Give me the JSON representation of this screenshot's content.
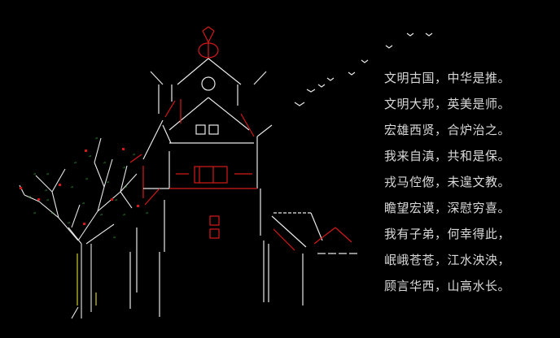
{
  "poem": {
    "lines": [
      "文明古国，中华是推。",
      "文明大邦，英美是师。",
      "宏雄西贤，合炉治之。",
      "我来自滇，共和是保。",
      "戎马倥偬，未遑文教。",
      "瞻望宏谟，深慰穷喜。",
      "我有子弟，何幸得此，",
      "岷峨苍苍，江水泱泱，",
      "顾言华西，山高水长。"
    ]
  },
  "colors": {
    "background": "#000000",
    "line_art_white": "#e8e8e8",
    "line_art_red": "#d41919",
    "foliage_green": "#3fb03f",
    "trunk_olive": "#9a9a1e",
    "text": "#d9d9d9"
  }
}
